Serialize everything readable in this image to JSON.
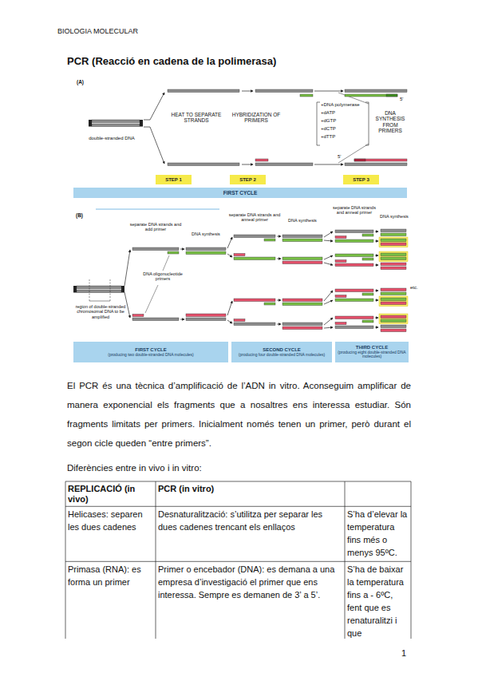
{
  "diagram": {
    "title": "PCR (Reacció en cadena de la polimerasa)",
    "nodes": [
      {
        "text": [
          "STEP 1"
        ]
      },
      {
        "text": [
          "STEP 2"
        ]
      },
      {
        "text": [
          "STEP 3"
        ]
      },
      {
        "text": [
          "FIRST CYCLE"
        ]
      },
      {
        "text": [
          "FIRST CYCLE",
          "(producing two double-stranded DNA molecules)"
        ]
      },
      {
        "text": [
          "SECOND CYCLE",
          "(producing four double-stranded DNA molecules)"
        ]
      },
      {
        "text": [
          "THIRD CYCLE",
          "(producing eight double-stranded DNA molecules)"
        ]
      }
    ],
    "labels": [
      "BIOLOGIA MOLECULAR",
      "(A)",
      "double-stranded DNA",
      "HEAT TO SEPARATE STRANDS",
      "HYBRIDIZATION OF PRIMERS",
      "+DNA polymerase",
      "+dATP",
      "+dGTP",
      "+dCTP",
      "+dTTP",
      "DNA SYNTHESIS FROM PRIMERS",
      "5'",
      "5'",
      "(B)",
      "separate DNA strands and add primer",
      "DNA synthesis",
      "separate DNA strands and anneal primer",
      "DNA synthesis",
      "separate DNA strands and anneal primer",
      "DNA synthesis",
      "DNA oligonucleotide primers",
      "region of double-stranded chromosomal DNA to be amplified",
      "etc.",
      "El PCR és una tècnica d’amplificació de l’ADN in vitro. Aconseguim amplificar de manera exponencial els fragments que a nosaltres ens interessa estudiar. Són fragments limitats per primers. Inicialment només tenen un primer, però durant el segon cicle queden “entre primers”.",
      "Diferències entre in vivo i in vitro:",
      "REPLICACIÓ (in vivo)",
      "PCR (in vitro)",
      "Helicases: separen les dues cadenes",
      "Desnaturalització: s’utilitza per separar les dues cadenes trencant els enllaços",
      "S’ha d’elevar la temperatura fins més o menys 95ºC.",
      "Primasa (RNA): es forma un primer",
      "Primer o encebador (DNA): es demana a una empresa d’investigació el primer que ens interessa. Sempre es demanen de 3’ a 5’.",
      "S’ha de baixar la temperatura fins a - 6ºC, fent que es renaturalitzi i que",
      "1"
    ]
  }
}
